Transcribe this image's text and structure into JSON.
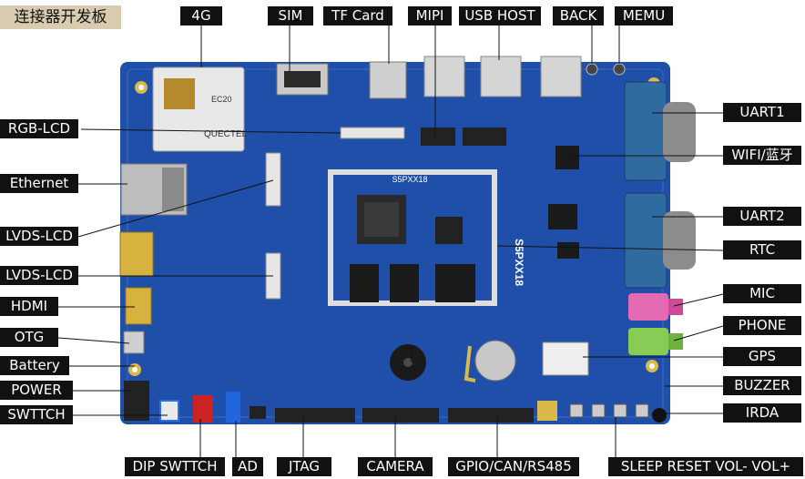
{
  "title": "连接器开发板",
  "board": {
    "soc_text": "S5PXX18",
    "module_vendor": "QUECTEL",
    "module_model": "EC20"
  },
  "labels": {
    "4g": "4G",
    "sim": "SIM",
    "tf_card": "TF Card",
    "mipi": "MIPI",
    "usb_host": "USB HOST",
    "back": "BACK",
    "memu": "MEMU",
    "rgb_lcd": "RGB-LCD",
    "ethernet": "Ethernet",
    "lvds_lcd_1": "LVDS-LCD",
    "lvds_lcd_2": "LVDS-LCD",
    "hdmi": "HDMI",
    "otg": "OTG",
    "battery": "Battery",
    "power": "POWER",
    "swttch": "SWTTCH",
    "uart1": "UART1",
    "wifi": "WIFI/蓝牙",
    "uart2": "UART2",
    "rtc": "RTC",
    "mic": "MIC",
    "phone": "PHONE",
    "gps": "GPS",
    "buzzer": "BUZZER",
    "irda": "IRDA",
    "dip_swttch": "DIP SWTTCH",
    "ad": "AD",
    "jtag": "JTAG",
    "camera": "CAMERA",
    "gpio": "GPIO/CAN/RS485",
    "sleep": "SLEEP RESET VOL-  VOL+"
  },
  "colors": {
    "pcb": "#1f4fa8",
    "pcb_dark": "#173f8a",
    "label_bg": "#111111",
    "label_fg": "#ffffff",
    "title_bg": "#d9cbb0"
  }
}
